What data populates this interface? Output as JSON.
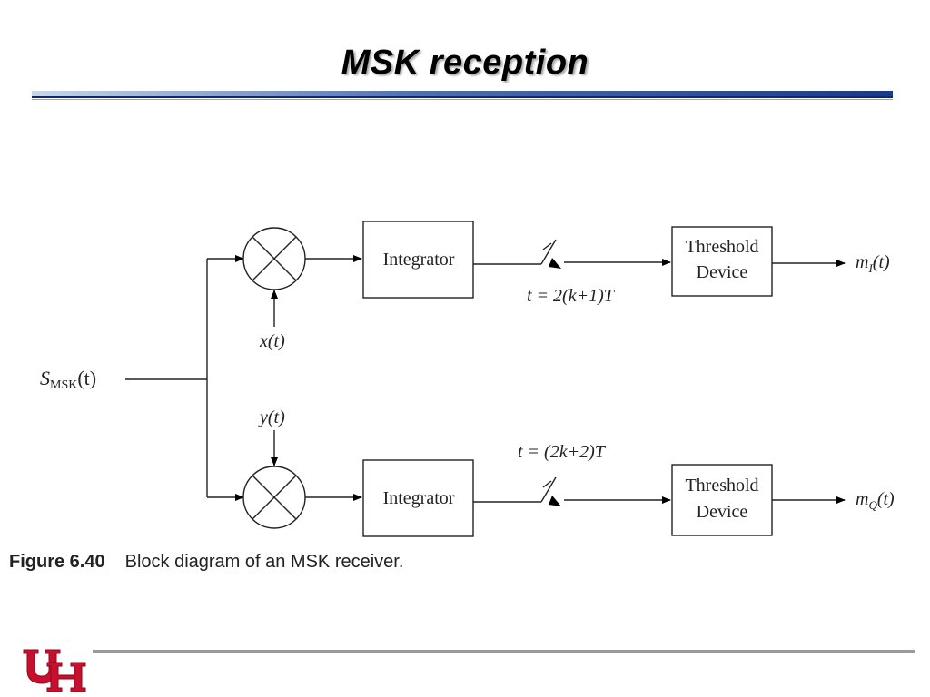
{
  "slide": {
    "title": "MSK reception"
  },
  "diagram": {
    "input_label": "S",
    "input_subscript": "MSK",
    "input_suffix": "(t)",
    "upper": {
      "carrier": "x(t)",
      "integrator": "Integrator",
      "sample_time": "t = 2(k+1)T",
      "threshold_line1": "Threshold",
      "threshold_line2": "Device",
      "output": "m",
      "output_subscript": "I",
      "output_suffix": "(t)"
    },
    "lower": {
      "carrier": "y(t)",
      "integrator": "Integrator",
      "sample_time": "t = (2k+2)T",
      "threshold_line1": "Threshold",
      "threshold_line2": "Device",
      "output": "m",
      "output_subscript": "Q",
      "output_suffix": "(t)"
    }
  },
  "caption": {
    "number": "Figure 6.40",
    "text": "Block diagram of an MSK receiver."
  },
  "colors": {
    "logo_red": "#c8102e",
    "rule_blue": "#1a3a8a"
  }
}
